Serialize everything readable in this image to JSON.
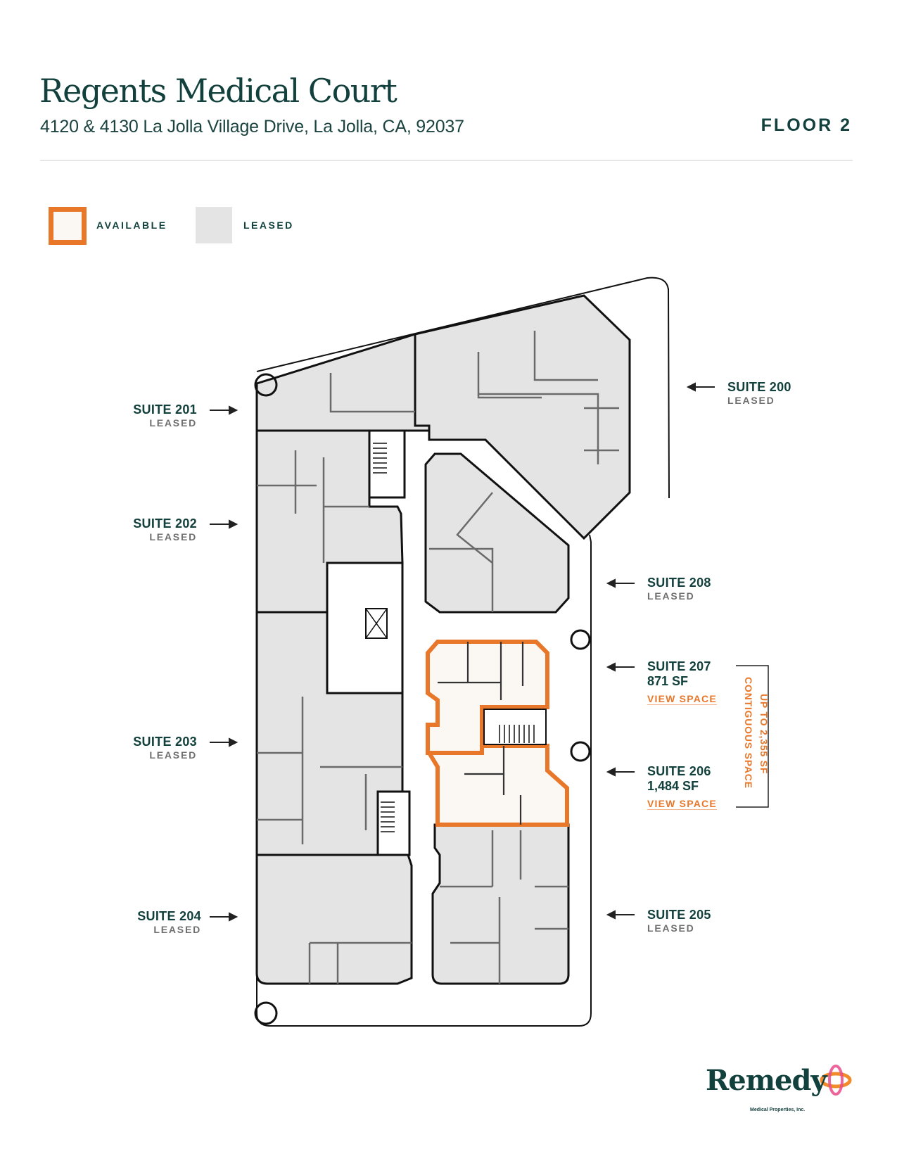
{
  "header": {
    "title": "Regents Medical Court",
    "address": "4120 & 4130 La Jolla Village Drive, La Jolla, CA, 92037",
    "floor": "FLOOR 2"
  },
  "legend": {
    "available_label": "AVAILABLE",
    "leased_label": "LEASED",
    "available_color": "#e8772a",
    "available_fill": "#fbf7f3",
    "leased_fill": "#e4e4e4"
  },
  "suites": [
    {
      "id": "200",
      "name": "SUITE 200",
      "status": "LEASED",
      "arrow": "left-arrow-icon"
    },
    {
      "id": "201",
      "name": "SUITE 201",
      "status": "LEASED",
      "arrow": "right-arrow-icon"
    },
    {
      "id": "202",
      "name": "SUITE 202",
      "status": "LEASED",
      "arrow": "right-arrow-icon"
    },
    {
      "id": "203",
      "name": "SUITE 203",
      "status": "LEASED",
      "arrow": "right-arrow-icon"
    },
    {
      "id": "204",
      "name": "SUITE 204",
      "status": "LEASED",
      "arrow": "right-arrow-icon"
    },
    {
      "id": "205",
      "name": "SUITE 205",
      "status": "LEASED",
      "arrow": "left-arrow-icon"
    },
    {
      "id": "206",
      "name": "SUITE 206",
      "sf": "1,484 SF",
      "link": "VIEW SPACE",
      "status": "AVAILABLE",
      "arrow": "left-arrow-icon"
    },
    {
      "id": "207",
      "name": "SUITE 207",
      "sf": "871 SF",
      "link": "VIEW SPACE",
      "status": "AVAILABLE",
      "arrow": "left-arrow-icon"
    },
    {
      "id": "208",
      "name": "SUITE 208",
      "status": "LEASED",
      "arrow": "left-arrow-icon"
    }
  ],
  "contiguous": {
    "line1": "UP TO 2,355 SF",
    "line2": "CONTIGUOUS SPACE"
  },
  "logo": {
    "word": "Remedy",
    "sub": "Medical Properties, Inc."
  }
}
